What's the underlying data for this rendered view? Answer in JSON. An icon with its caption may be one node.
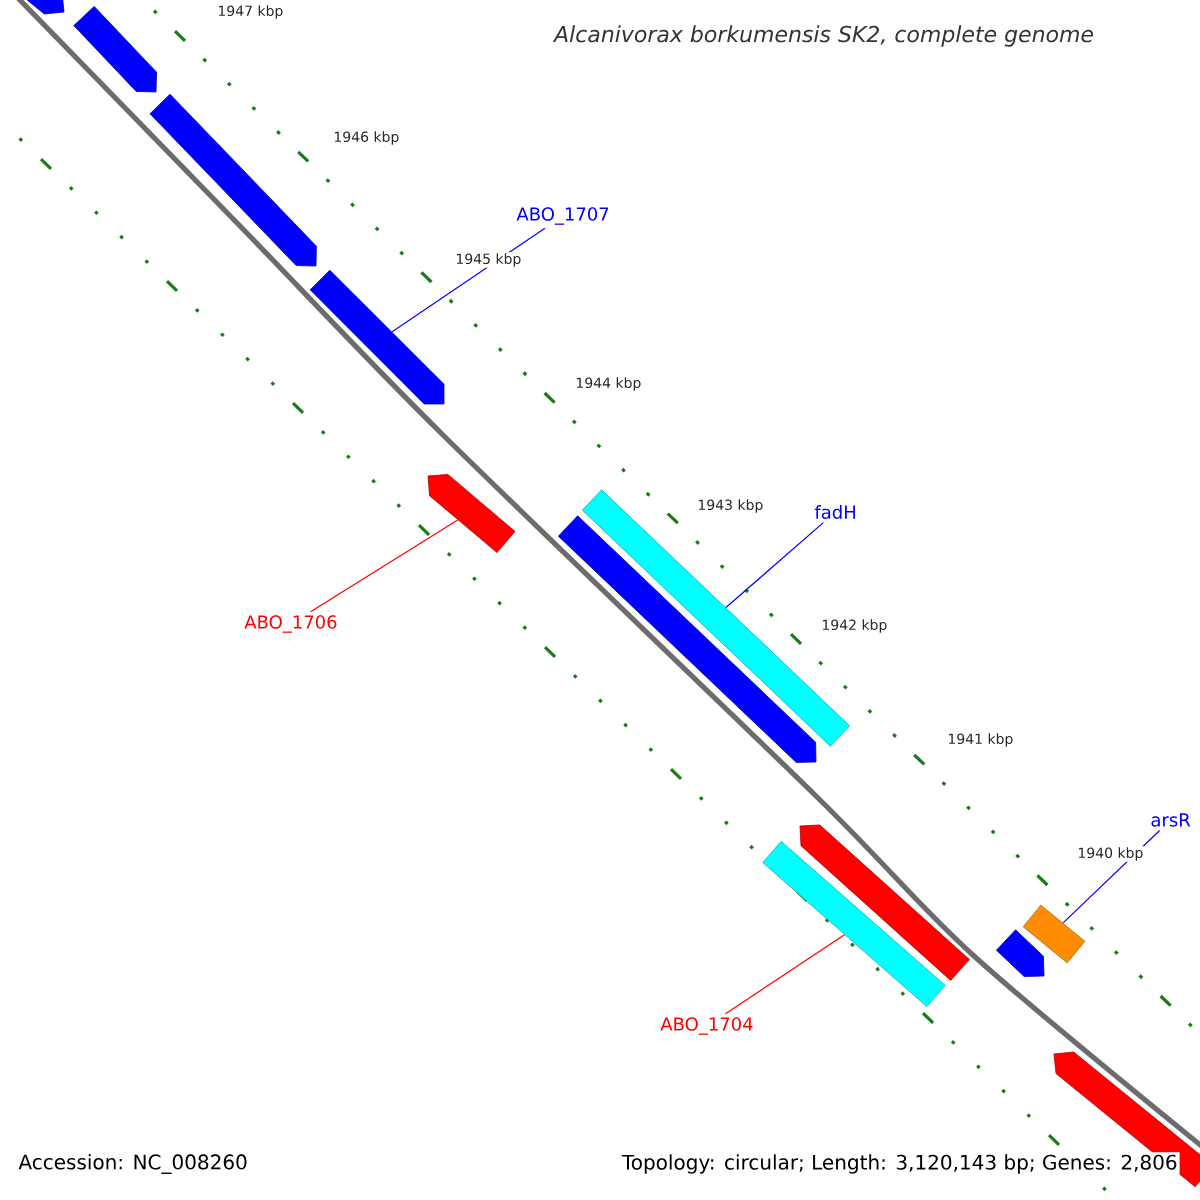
{
  "diagram": {
    "title": "Alcanivorax borkumensis SK2, complete genome",
    "nodes": [
      {
        "text": [
          "ABO_1707"
        ]
      },
      {
        "text": [],
        "shape": "bar"
      },
      {
        "text": [
          "fadH"
        ]
      },
      {
        "text": [],
        "shape": "bar"
      },
      {
        "text": [
          "ABO_1706"
        ]
      },
      {
        "text": [],
        "shape": "bar"
      },
      {
        "text": [
          "arsR"
        ]
      },
      {
        "text": [],
        "shape": "bar"
      },
      {
        "text": [
          "ABO_1704"
        ]
      },
      {
        "text": [],
        "shape": "bar"
      },
      {
        "text": [],
        "shape": "bar"
      },
      {
        "text": [],
        "shape": "bar"
      },
      {
        "text": [],
        "shape": "bar"
      },
      {
        "text": [],
        "shape": "bar"
      },
      {
        "text": [],
        "shape": "bar"
      },
      {
        "text": [],
        "shape": "bar"
      },
      {
        "text": [],
        "shape": "bar"
      }
    ],
    "edges": [
      {
        "from": 0,
        "to": 1,
        "arrow": "none"
      },
      {
        "from": 2,
        "to": 13,
        "arrow": "none"
      },
      {
        "from": 4,
        "to": 5,
        "arrow": "none",
        "color": "#ff0000"
      },
      {
        "from": 6,
        "to": 7,
        "arrow": "none"
      },
      {
        "from": 8,
        "to": 14,
        "arrow": "none",
        "color": "#ff0000"
      }
    ],
    "labels": [
      "1947 kbp",
      "1946 kbp",
      "1945 kbp",
      "1944 kbp",
      "1943 kbp",
      "1942 kbp",
      "1941 kbp",
      "1940 kbp",
      "Accession: NC_008260",
      "Topology: circular; Length: 3,120,143 bp; Genes: 2,806"
    ]
  }
}
